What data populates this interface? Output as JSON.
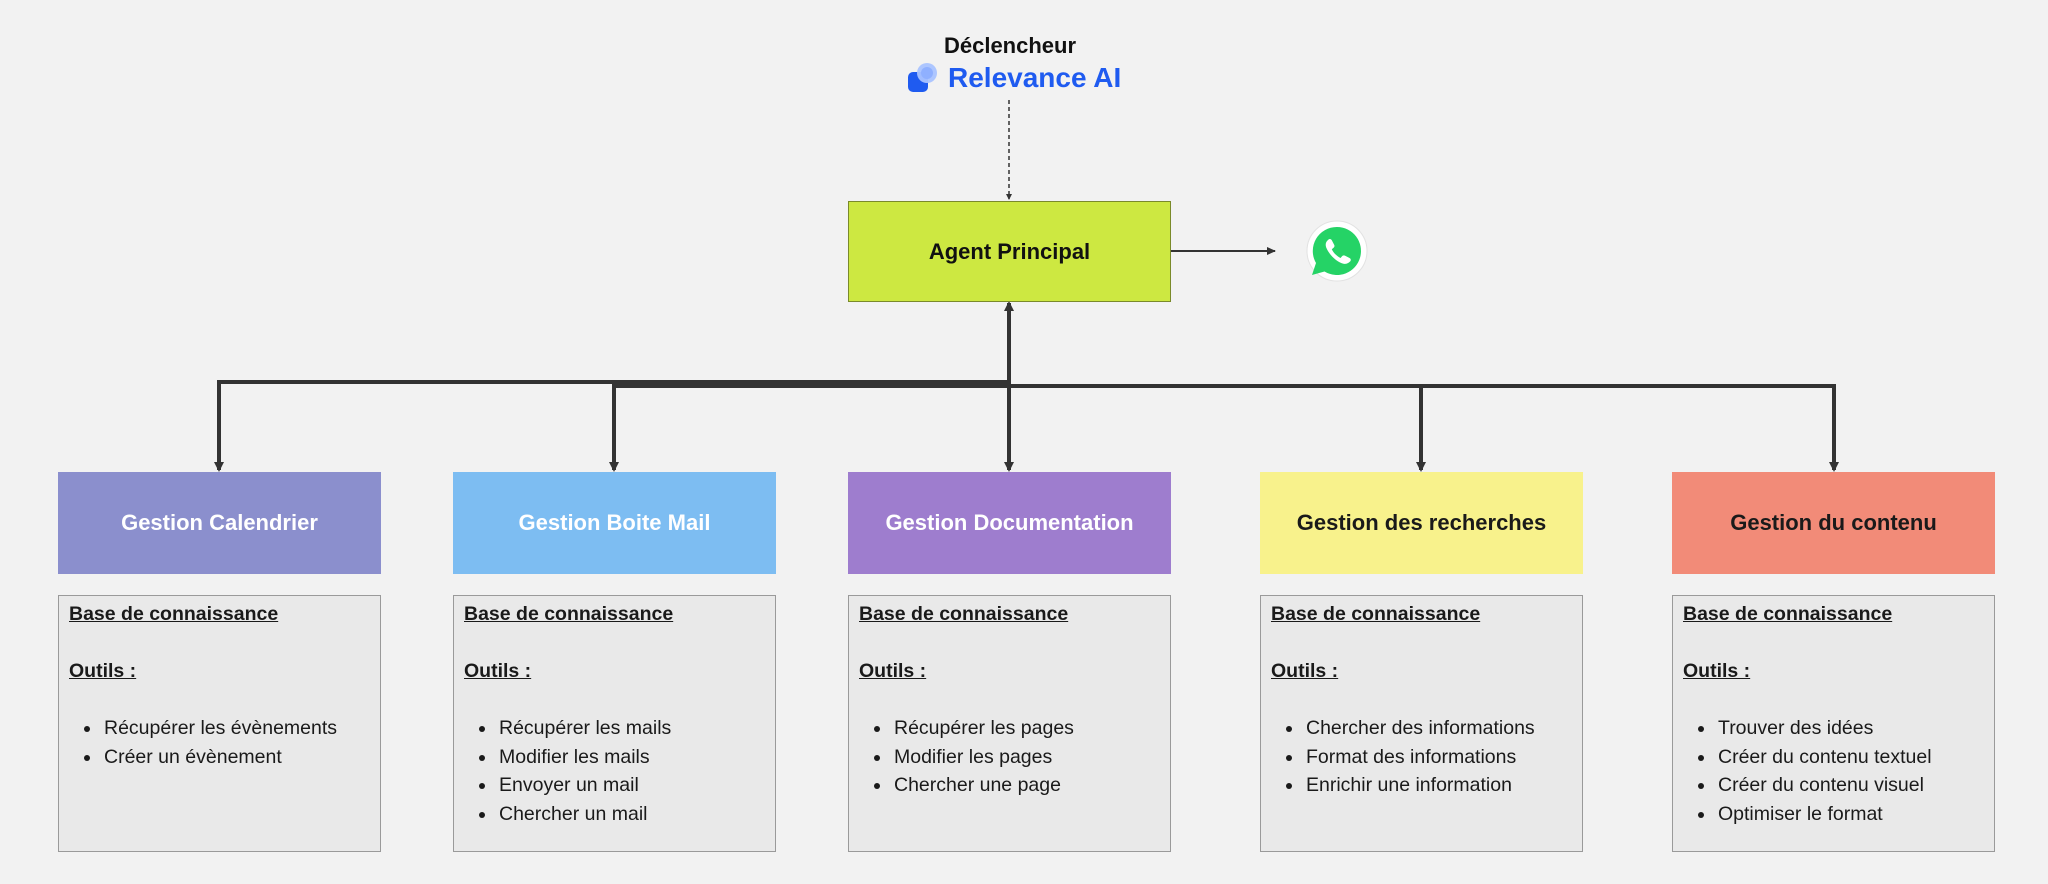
{
  "trigger": {
    "label": "Déclencheur",
    "brand_name": "Relevance AI",
    "brand_color": "#1f5bf0",
    "icon": "relevance-ai-logo-icon"
  },
  "agent": {
    "label": "Agent Principal",
    "color": "#cde841"
  },
  "output": {
    "icon": "whatsapp-icon",
    "color": "#25d366"
  },
  "managers": [
    {
      "id": "calendrier",
      "label": "Gestion Calendrier",
      "color": "#8b8fcd",
      "text_color": "#ffffff",
      "knowledge_label": "Base de connaissance",
      "tools_label": "Outils :",
      "tools": [
        "Récupérer les évènements",
        "Créer un évènement"
      ]
    },
    {
      "id": "boite-mail",
      "label": "Gestion Boite Mail",
      "color": "#7dbdf2",
      "text_color": "#ffffff",
      "knowledge_label": "Base de connaissance",
      "tools_label": "Outils :",
      "tools": [
        "Récupérer les mails",
        "Modifier les mails",
        "Envoyer un mail",
        "Chercher un mail"
      ]
    },
    {
      "id": "documentation",
      "label": "Gestion Documentation",
      "color": "#9e7dce",
      "text_color": "#ffffff",
      "knowledge_label": "Base de connaissance",
      "tools_label": "Outils :",
      "tools": [
        "Récupérer les pages",
        "Modifier les pages",
        "Chercher une page"
      ]
    },
    {
      "id": "recherches",
      "label": "Gestion des recherches",
      "color": "#f8f28c",
      "text_color": "#1a1a1a",
      "knowledge_label": "Base de connaissance",
      "tools_label": "Outils :",
      "tools": [
        "Chercher des informations",
        "Format des informations",
        "Enrichir une information"
      ]
    },
    {
      "id": "contenu",
      "label": "Gestion du contenu",
      "color": "#f28b78",
      "text_color": "#1a1a1a",
      "knowledge_label": "Base de connaissance",
      "tools_label": "Outils :",
      "tools": [
        "Trouver des idées",
        "Créer du contenu textuel",
        "Créer du contenu visuel",
        "Optimiser le format"
      ]
    }
  ]
}
